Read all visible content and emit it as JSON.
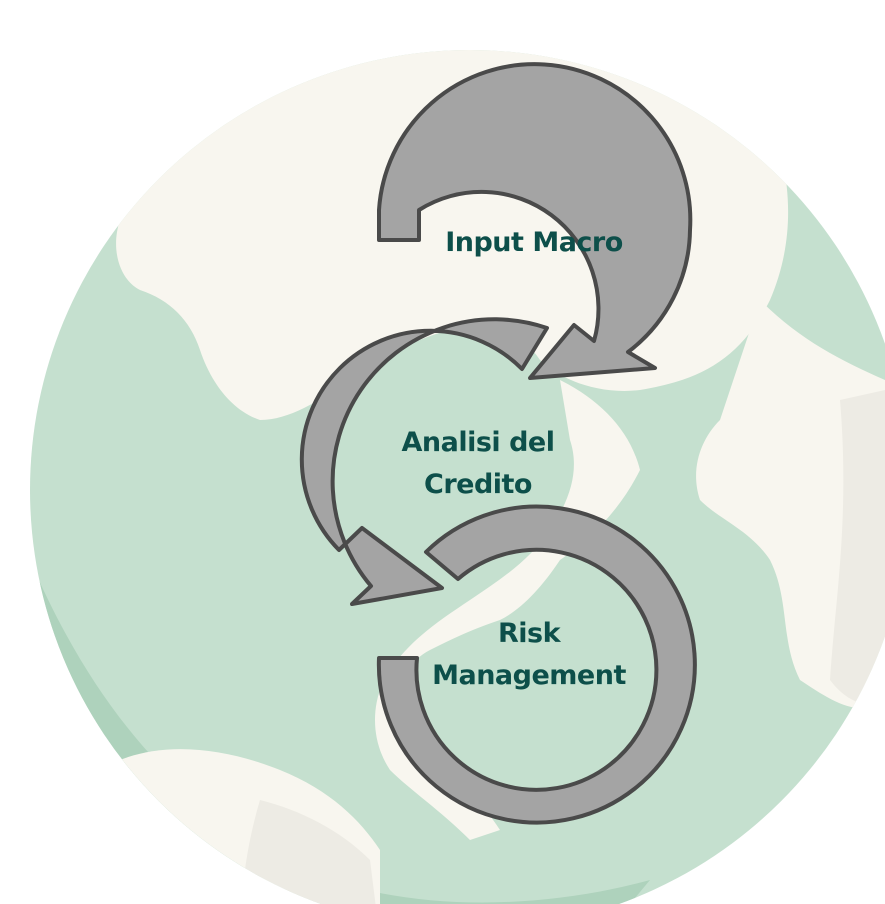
{
  "diagram": {
    "steps": [
      {
        "label": "Input Macro"
      },
      {
        "label_line1": "Analisi del",
        "label_line2": "Credito"
      },
      {
        "label_line1": "Risk",
        "label_line2": "Management"
      }
    ]
  },
  "colors": {
    "ocean": "#c5e0cf",
    "ocean_shade": "#aed2bc",
    "land": "#f8f6ef",
    "land_shade": "#edebe4",
    "arrow_fill": "#a4a4a4",
    "arrow_stroke": "#4a4a4a",
    "label_text": "#0d4f4a"
  }
}
